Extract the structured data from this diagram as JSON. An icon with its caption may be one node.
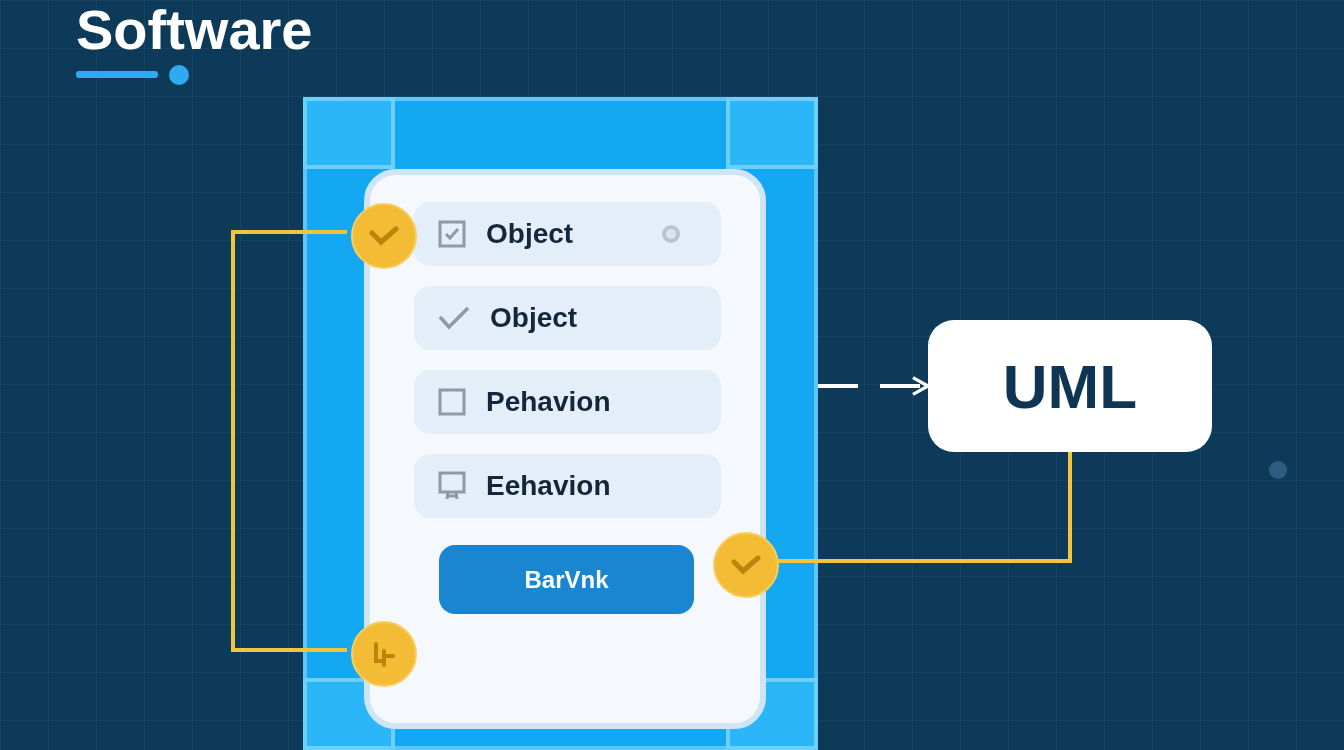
{
  "diagram": {
    "title": "Software",
    "nodes": [
      {
        "text": [],
        "shape": "box"
      },
      {
        "text": [],
        "shape": "box",
        "in": 0
      },
      {
        "text": [
          "Object"
        ],
        "in": 1
      },
      {
        "text": [
          "Object"
        ],
        "in": 1
      },
      {
        "text": [
          "Pehavion"
        ],
        "in": 1
      },
      {
        "text": [
          "Eehavion"
        ],
        "in": 1
      },
      {
        "text": [
          "BarVnk"
        ],
        "in": 1
      },
      {
        "text": [
          "UML"
        ]
      },
      {
        "text": [],
        "shape": "circle",
        "in": 0
      },
      {
        "text": [],
        "shape": "circle",
        "in": 0
      },
      {
        "text": [],
        "shape": "circle",
        "in": 0
      }
    ],
    "edges": [
      {
        "from": 8,
        "to": 9,
        "arrow": "none"
      },
      {
        "from": 10,
        "to": 7,
        "arrow": "none"
      },
      {
        "from": 0,
        "to": 7,
        "arrow": "to",
        "style": "dashed",
        "color": "#ffffff"
      }
    ]
  }
}
